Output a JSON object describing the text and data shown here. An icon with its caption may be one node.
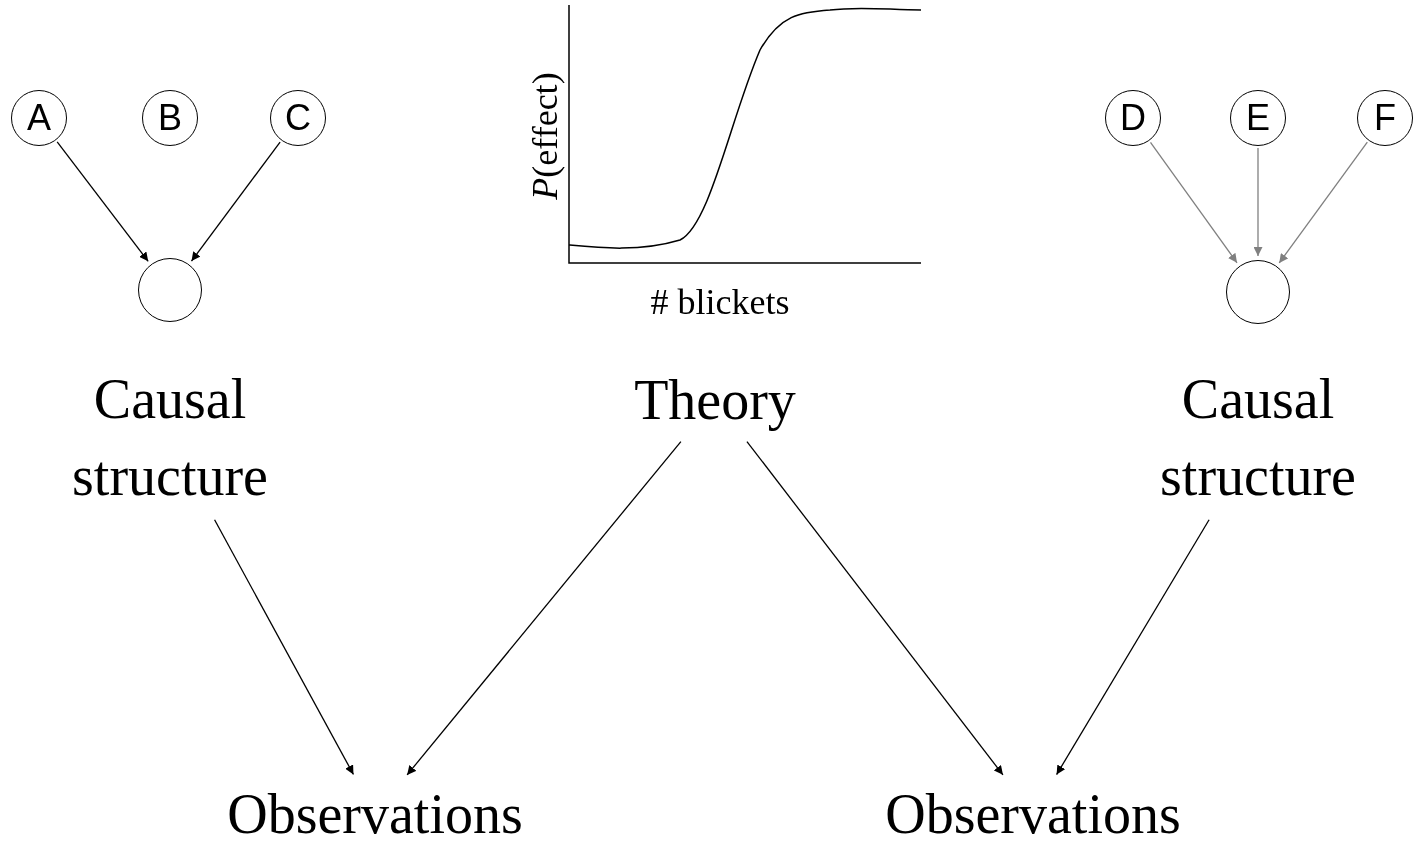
{
  "diagram": {
    "nodes": [
      {
        "text": [
          "A"
        ]
      },
      {
        "text": [
          "B"
        ]
      },
      {
        "text": [
          "C"
        ]
      },
      {
        "text": [],
        "shape": "circle"
      },
      {
        "text": [
          "Causal structure"
        ]
      },
      {
        "text": [
          "Theory"
        ]
      },
      {
        "text": [
          "D"
        ]
      },
      {
        "text": [
          "E"
        ]
      },
      {
        "text": [
          "F"
        ]
      },
      {
        "text": [],
        "shape": "circle"
      },
      {
        "text": [
          "Causal structure"
        ]
      },
      {
        "text": [
          "Observations"
        ]
      },
      {
        "text": [
          "Observations"
        ]
      }
    ],
    "edges": [
      {
        "from": 0,
        "to": 3,
        "arrow": "to"
      },
      {
        "from": 2,
        "to": 3,
        "arrow": "to"
      },
      {
        "from": 6,
        "to": 9,
        "arrow": "to",
        "color": "#808080"
      },
      {
        "from": 7,
        "to": 9,
        "arrow": "to",
        "color": "#808080"
      },
      {
        "from": 8,
        "to": 9,
        "arrow": "to",
        "color": "#808080"
      },
      {
        "from": 4,
        "to": 11,
        "arrow": "to"
      },
      {
        "from": 5,
        "to": 11,
        "arrow": "to"
      },
      {
        "from": 5,
        "to": 12,
        "arrow": "to"
      },
      {
        "from": 10,
        "to": 12,
        "arrow": "to"
      }
    ],
    "labels": [
      "*P*(effect)",
      "# blickets"
    ]
  }
}
